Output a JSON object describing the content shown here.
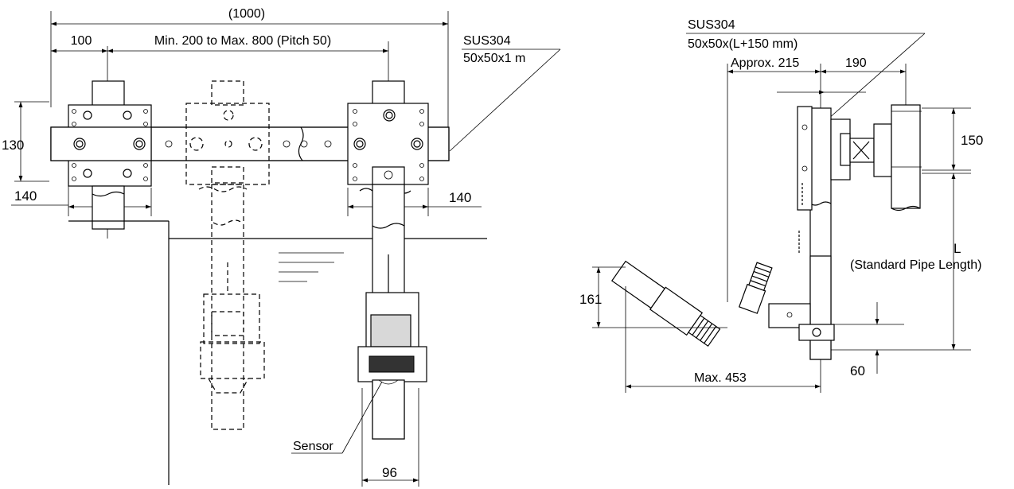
{
  "left_view": {
    "dim_total": "(1000)",
    "dim_offset": "100",
    "dim_range": "Min. 200 to Max. 800 (Pitch 50)",
    "material_label": "SUS304",
    "material_spec": "50x50x1 m",
    "dim_height": "130",
    "dim_base_left": "140",
    "dim_base_right": "140",
    "sensor_label": "Sensor",
    "dim_width": "96"
  },
  "right_view": {
    "material_label": "SUS304",
    "material_spec": "50x50x(L+150 mm)",
    "dim_approx": "Approx. 215",
    "dim_bracket": "190",
    "dim_clamp": "150",
    "dim_L": "L",
    "dim_L_desc": "(Standard Pipe Length)",
    "dim_sensor_height": "161",
    "dim_max": "Max. 453",
    "dim_bottom": "60"
  }
}
